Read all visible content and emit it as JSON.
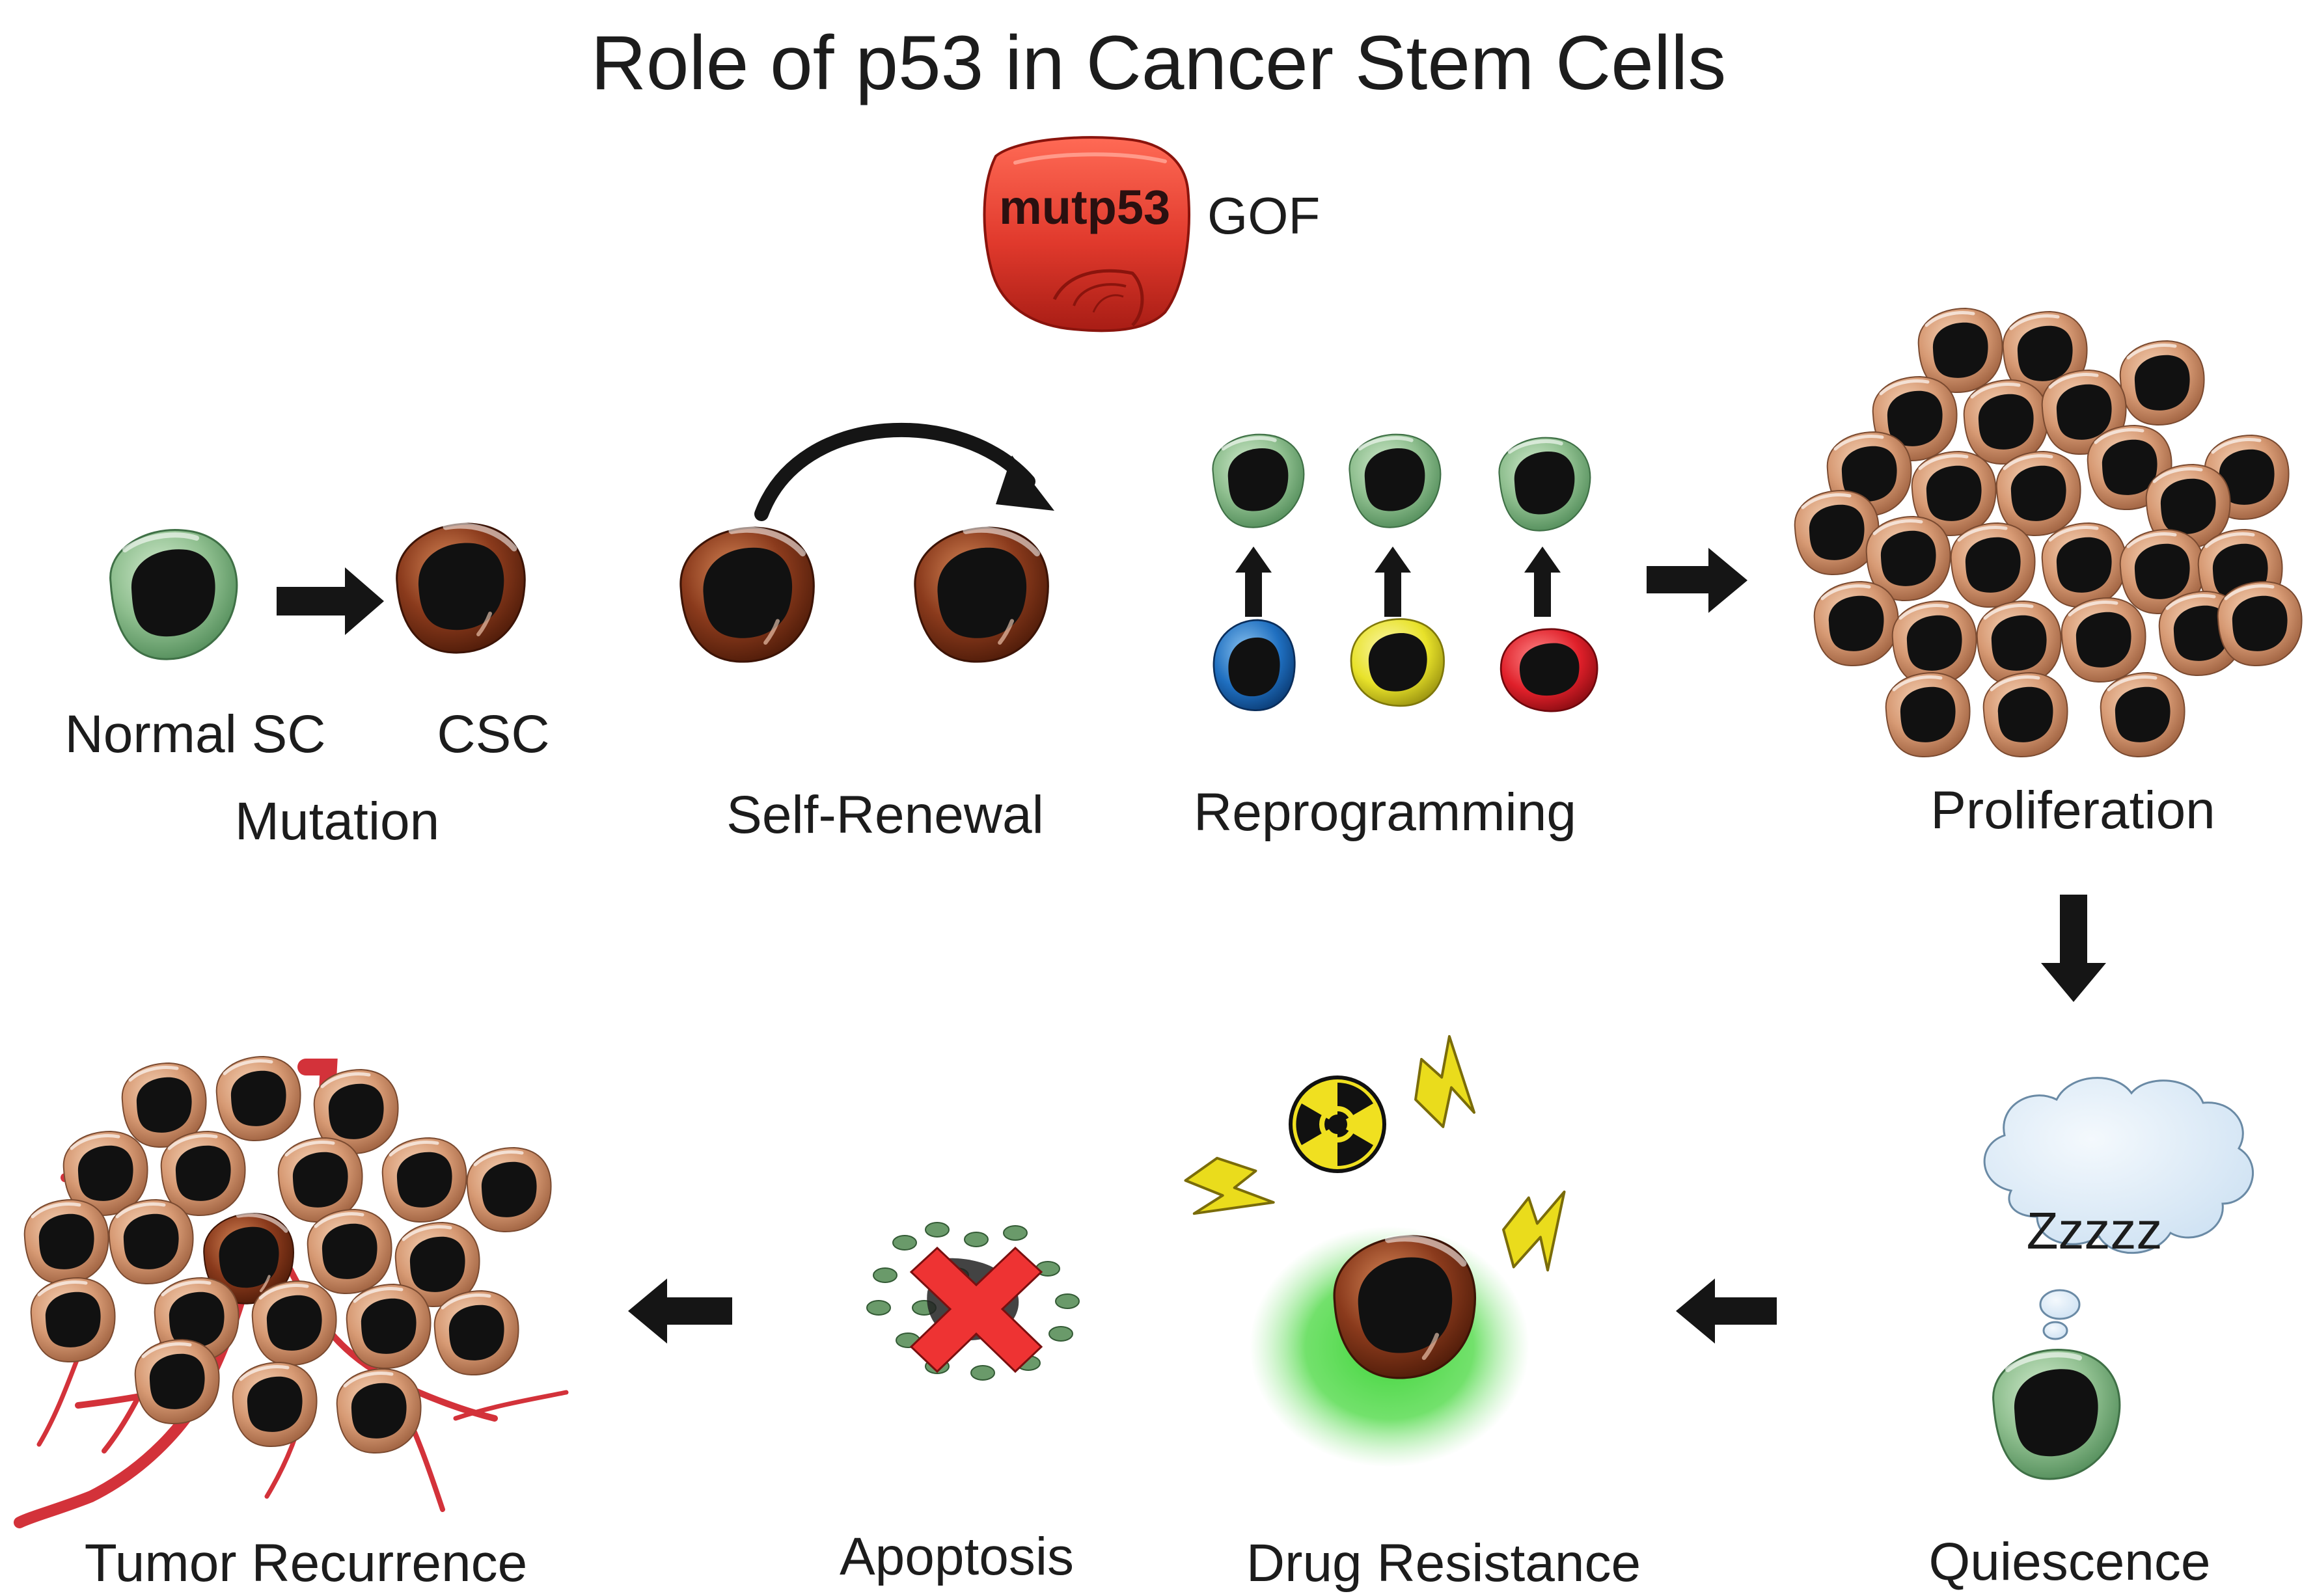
{
  "title": "Role of p53 in Cancer Stem Cells",
  "protein": {
    "name": "mutp53",
    "suffix": "GOF"
  },
  "labels": {
    "normal_sc": "Normal SC",
    "csc": "CSC",
    "mutation": "Mutation",
    "self_renewal": "Self-Renewal",
    "reprogramming": "Reprogramming",
    "proliferation": "Proliferation",
    "quiescence": "Quiescence",
    "drug_resistance": "Drug Resistance",
    "apoptosis": "Apoptosis",
    "tumor_recurrence": "Tumor Recurrence"
  },
  "sleep_text": "Zzzzz",
  "colors": {
    "normal_cell": "#8fbf8f",
    "cancer_cell": "#8a3a1c",
    "tumor_cell": "#d79a74",
    "nucleus": "#111111",
    "arrow": "#151515",
    "protein": "#e0392c",
    "blue_cell": "#1f6fc0",
    "yellow_cell": "#e8e22a",
    "red_cell": "#e0202a",
    "glow": "#3fd43a",
    "lightning": "#eadc1c",
    "vessel": "#d3323a",
    "thought_bubble": "#dcebf7",
    "apoptosis_x": "#ee3333"
  }
}
